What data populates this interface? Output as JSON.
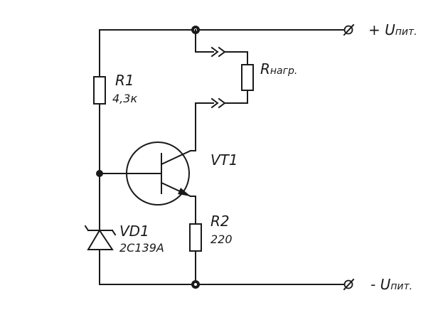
{
  "terminals": {
    "plus_label": "+ U",
    "plus_sub": "пит.",
    "minus_label": "- U",
    "minus_sub": "пит."
  },
  "components": {
    "r1": {
      "name": "R1",
      "value": "4,3к"
    },
    "rload": {
      "name": "R",
      "sub": "нагр."
    },
    "vt1": {
      "name": "VT1"
    },
    "r2": {
      "name": "R2",
      "value": "220"
    },
    "vd1": {
      "name": "VD1",
      "value": "2С139А"
    }
  }
}
